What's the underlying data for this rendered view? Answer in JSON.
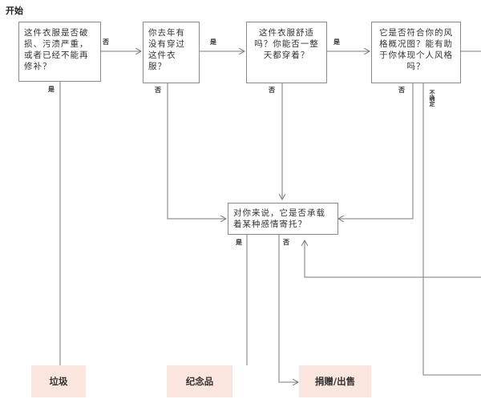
{
  "title": "开始",
  "nodes": {
    "q1": "这件衣服是否破损、污渍严重，或者已经不能再修补？",
    "q2": "你去年有没有穿过这件衣服？",
    "q3": "这件衣服舒适吗？你能否一整天都穿着？",
    "q4": "它是否符合你的风格概况图？能有助于你体现个人风格吗？",
    "q5": "对你来说，它是否承载着某种感情寄托？"
  },
  "labels": {
    "q1_no": "否",
    "q1_yes": "是",
    "q2_yes": "是",
    "q2_no": "否",
    "q3_yes": "是",
    "q3_no": "否",
    "q4_no": "否",
    "q4_unsure": "不确定",
    "q5_yes": "是",
    "q5_no": "否"
  },
  "outcomes": {
    "trash": "垃圾",
    "keepsake": "纪念品",
    "donate_sell": "捐赠/出售"
  },
  "colors": {
    "line": "#7a7a7a",
    "outcome_fill": "#fae6de"
  }
}
